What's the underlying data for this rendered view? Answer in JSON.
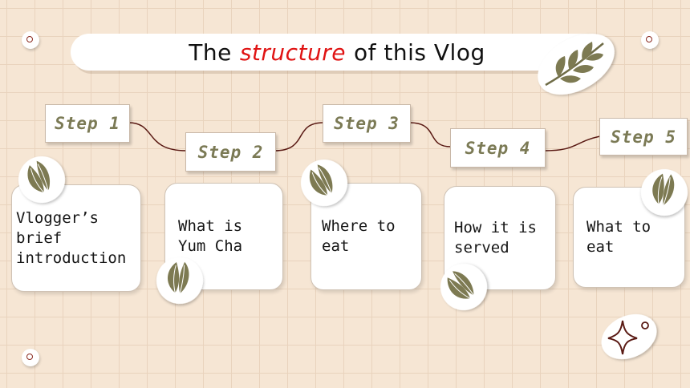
{
  "title": {
    "before": "The",
    "accent": "structure",
    "after": "of this Vlog"
  },
  "steps": [
    {
      "label": "Step 1",
      "text": "Vlogger’s brief\nintroduction"
    },
    {
      "label": "Step 2",
      "text": "What is\nYum Cha"
    },
    {
      "label": "Step 3",
      "text": "Where to\neat"
    },
    {
      "label": "Step 4",
      "text": "How it is\nserved"
    },
    {
      "label": "Step 5",
      "text": "What to\neat"
    }
  ],
  "icons": [
    "leaf-branch-icon",
    "leaf-pair-icon",
    "sparkle-icon",
    "ring-circle-icon"
  ],
  "colors": {
    "accent": "#e01414",
    "step_text": "#7b7a55",
    "connector": "#5a1a14",
    "leaf": "#7d7a52"
  }
}
